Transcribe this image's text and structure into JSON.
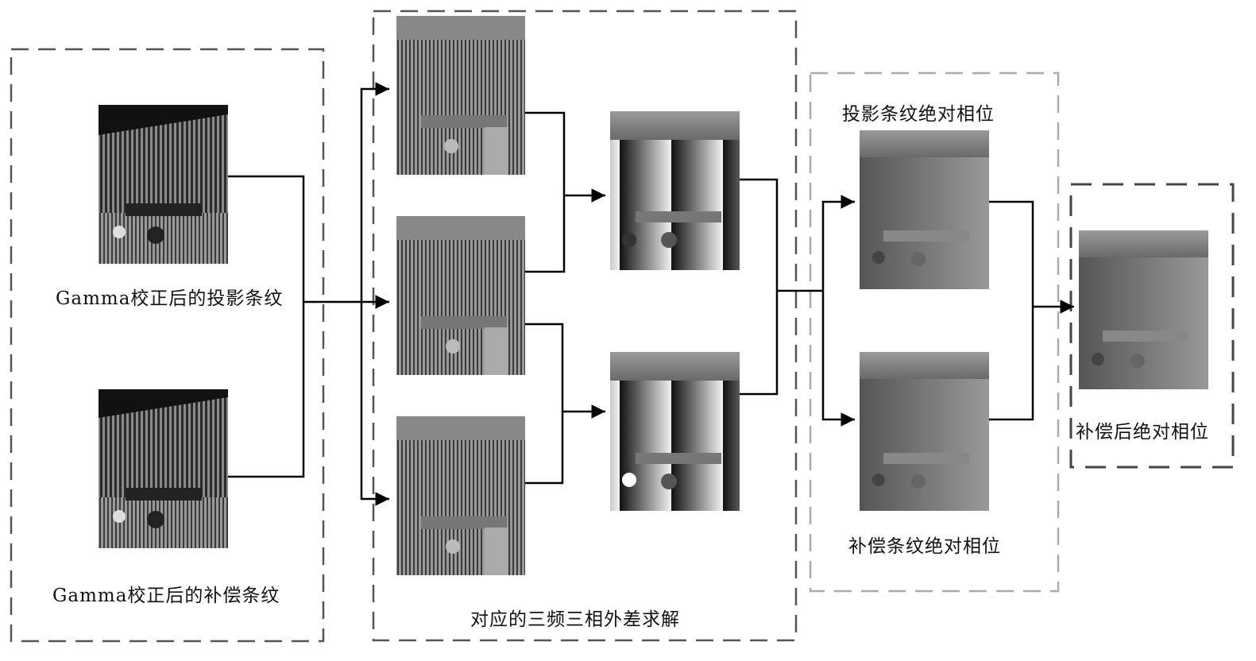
{
  "labels": {
    "gamma_projected": "Gamma校正后的投影条纹",
    "gamma_compensated": "Gamma校正后的补偿条纹",
    "three_freq": "对应的三频三相外差求解",
    "proj_abs_phase": "投影条纹绝对相位",
    "comp_abs_phase": "补偿条纹绝对相位",
    "compensated_abs_phase": "补偿后绝对相位"
  },
  "colors": {
    "box_dark": "#555555",
    "box_light": "#aaaaaa",
    "arrow": "#000000"
  }
}
